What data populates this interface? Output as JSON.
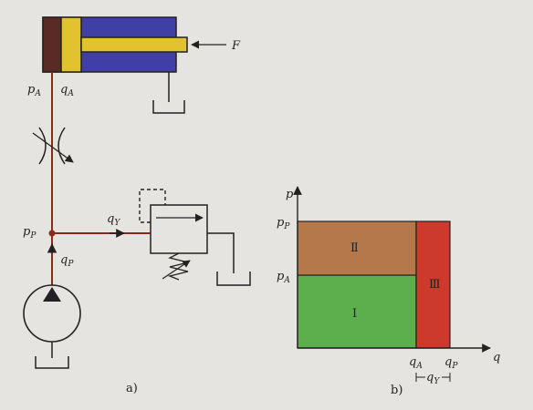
{
  "diagram_a": {
    "caption": "a)",
    "force_label": "F",
    "pressure_A": {
      "base": "p",
      "sub": "A"
    },
    "flow_A": {
      "base": "q",
      "sub": "A"
    },
    "pressure_P": {
      "base": "p",
      "sub": "P"
    },
    "flow_P": {
      "base": "q",
      "sub": "P"
    },
    "flow_Y": {
      "base": "q",
      "sub": "Y"
    }
  },
  "diagram_b": {
    "caption": "b)",
    "y_axis_label": "p",
    "x_axis_label": "q",
    "y_ticks": [
      {
        "base": "p",
        "sub": "P"
      },
      {
        "base": "p",
        "sub": "A"
      }
    ],
    "x_ticks": [
      {
        "base": "q",
        "sub": "A"
      },
      {
        "base": "q",
        "sub": "P"
      }
    ],
    "delta_label": {
      "base": "q",
      "sub": "Y"
    },
    "regions": [
      {
        "label": "Ⅰ",
        "color": "#5daf4e"
      },
      {
        "label": "Ⅱ",
        "color": "#b4784a"
      },
      {
        "label": "Ⅲ",
        "color": "#cc3a2c"
      }
    ]
  },
  "colors": {
    "line": "#222222",
    "pipe": "#8a2a1c",
    "cylinder": "#3f3fa5",
    "piston": "#e2c22e",
    "cylinder_cap": "#5a2a24"
  }
}
